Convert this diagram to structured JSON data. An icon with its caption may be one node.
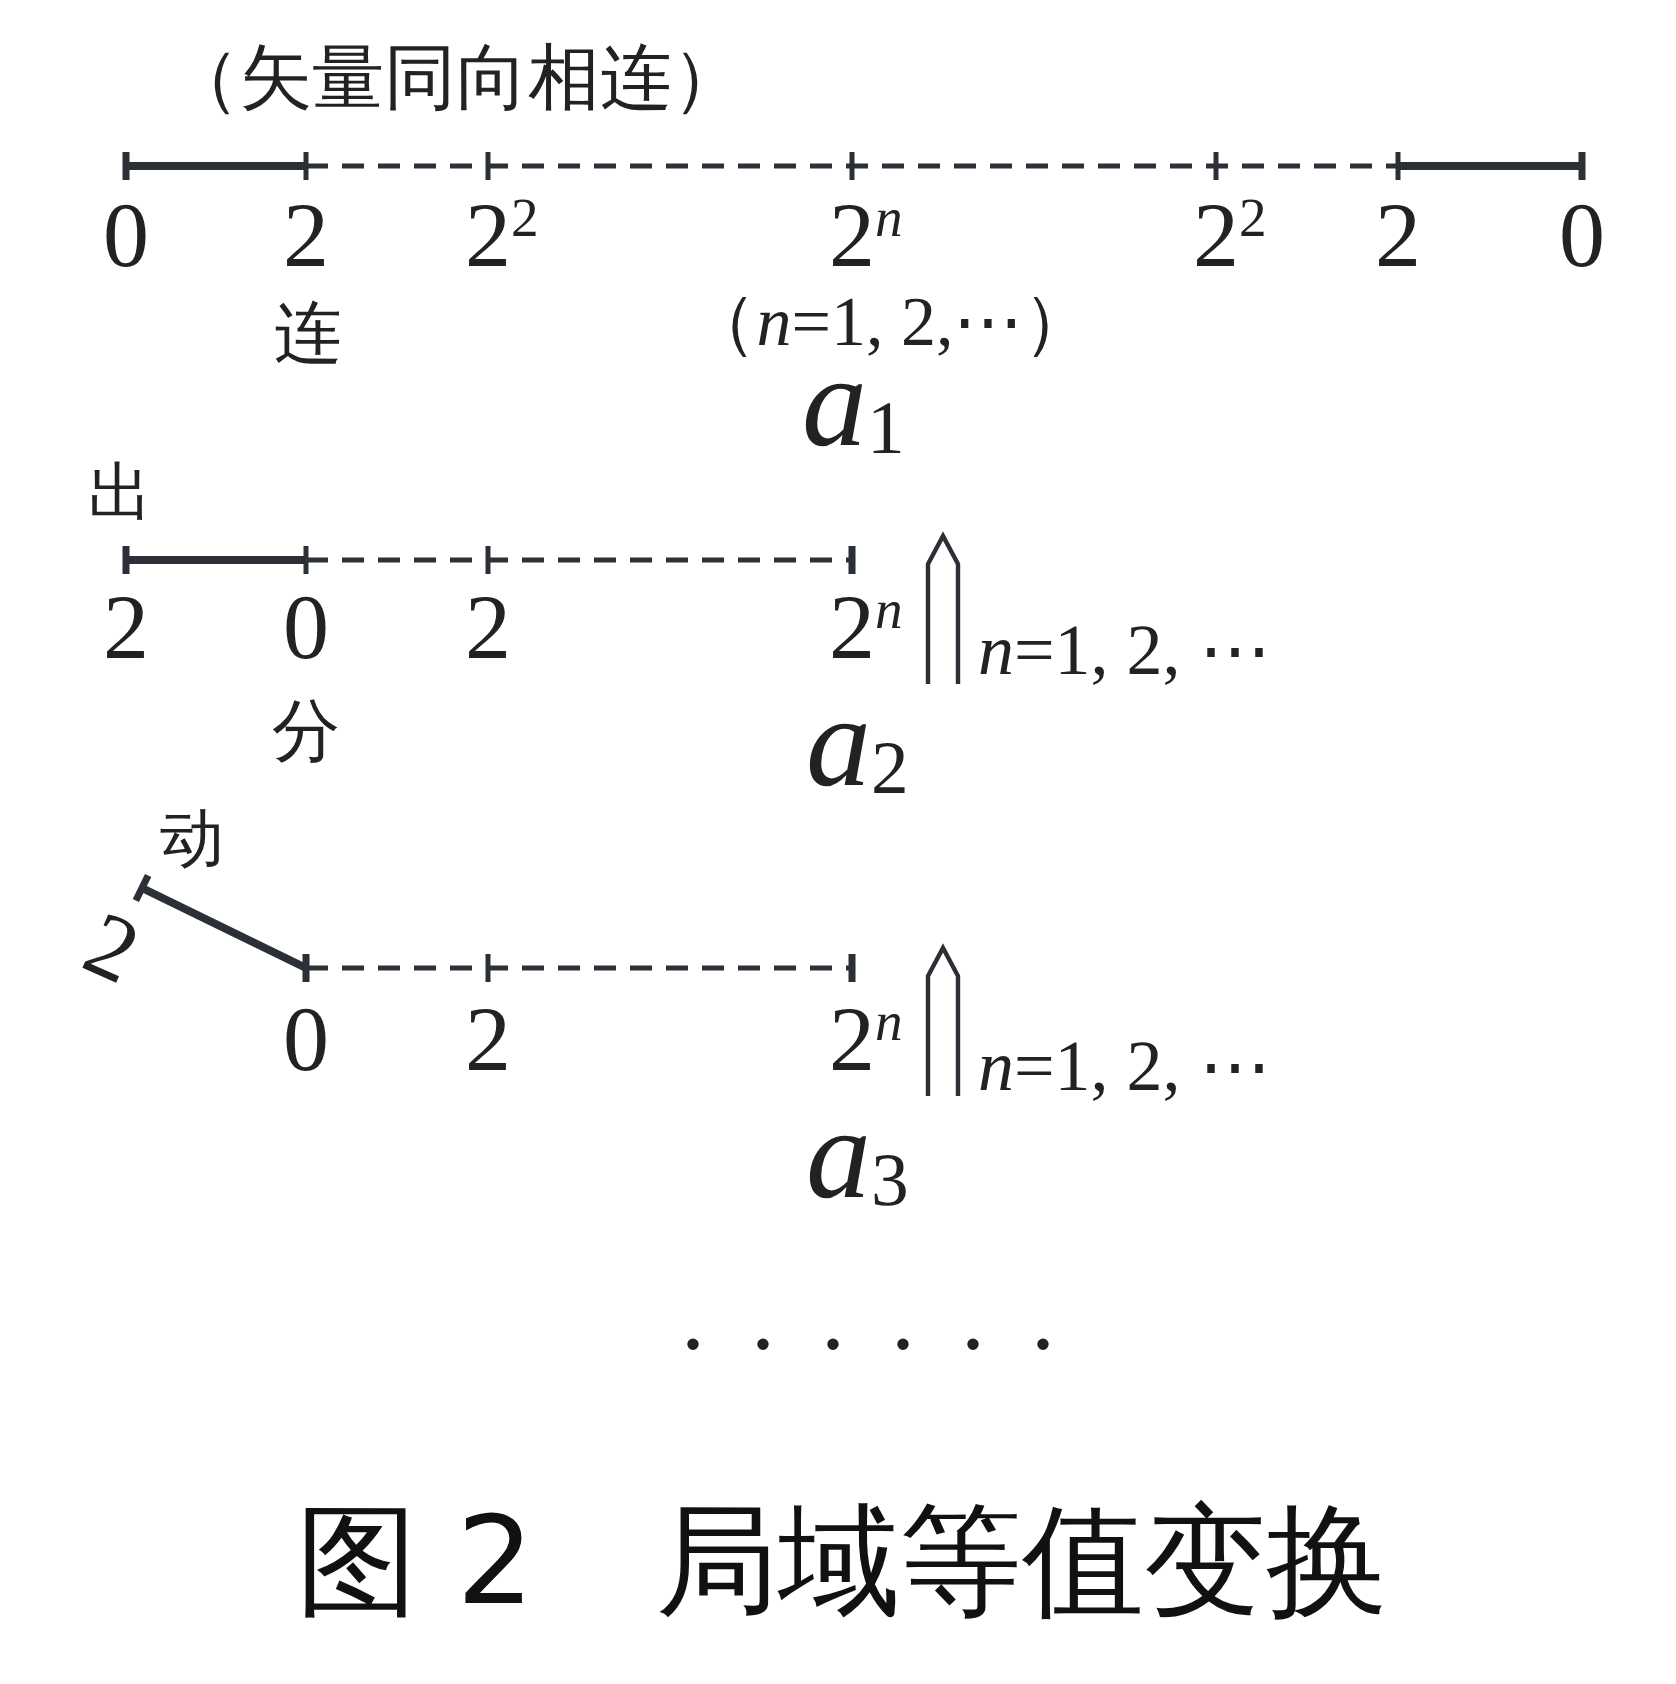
{
  "diagram": {
    "caption": "图 2　局域等值变换",
    "labels": [
      "（矢量同向相连）",
      "0",
      "2",
      "2$^{2}$",
      "2$^{n}$",
      "2$^{2}$",
      "2",
      "0",
      "连",
      "（*n*=1, 2,⋯）",
      "*a*$_{1}$",
      "出",
      "2",
      "0",
      "2",
      "2$^{n}$",
      "*n*=1, 2, ⋯",
      "分",
      "*a*$_{2}$",
      "动",
      "2",
      "0",
      "2",
      "2$^{n}$",
      "*n*=1, 2, ⋯",
      "*a*$_{3}$",
      "······"
    ]
  }
}
